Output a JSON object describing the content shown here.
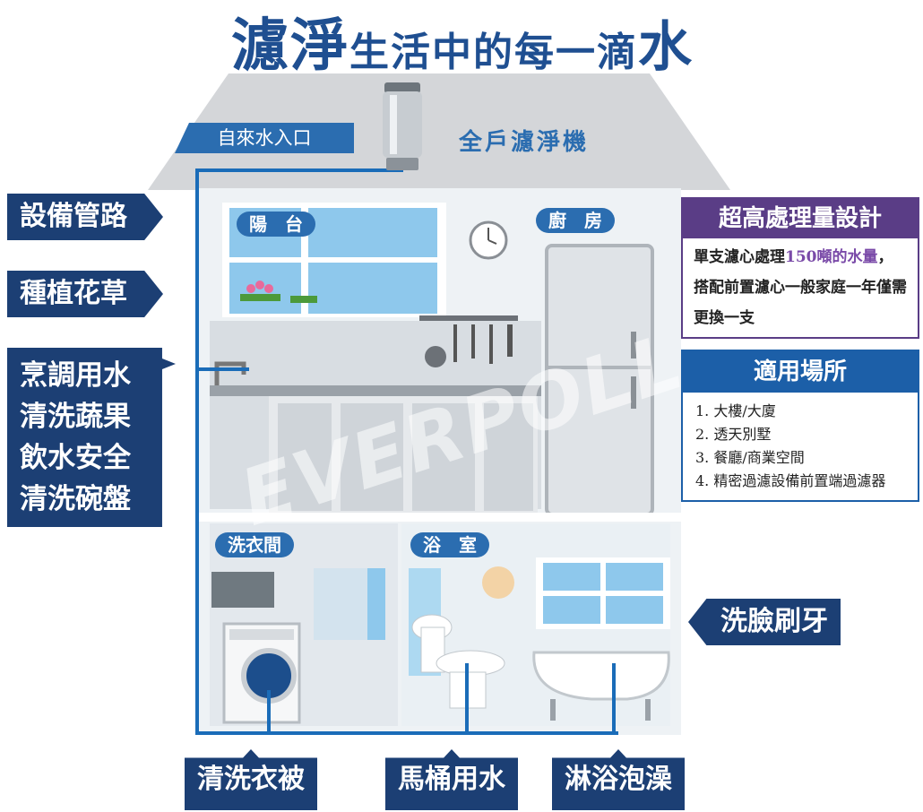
{
  "title": {
    "part1": "濾淨",
    "part2": "生活中的每一滴",
    "part3": "水"
  },
  "inlet_label": "自來水入口",
  "machine_label": "全戶濾淨機",
  "left_tags": {
    "pipes": "設備管路",
    "plants": "種植花草"
  },
  "kitchen_uses": [
    "烹調用水",
    "清洗蔬果",
    "飲水安全",
    "清洗碗盤"
  ],
  "right_tag": "洗臉刷牙",
  "bottom_tags": [
    "清洗衣被",
    "馬桶用水",
    "淋浴泡澡"
  ],
  "rooms": {
    "balcony": "陽　台",
    "kitchen": "廚　房",
    "laundry": "洗衣間",
    "bathroom": "浴　室"
  },
  "watermark": "EVERPOLL",
  "capacity_box": {
    "title": "超高處理量設計",
    "text_before": "單支濾心處理",
    "highlight": "150噸的水量",
    "text_after": "，搭配前置濾心一般家庭一年僅需更換一支"
  },
  "places_box": {
    "title": "適用場所",
    "items": [
      "1. 大樓/大廈",
      "2. 透天別墅",
      "3. 餐廳/商業空間",
      "4. 精密過濾設備前置端過濾器"
    ]
  },
  "colors": {
    "brand_blue": "#1f4f91",
    "tag_navy": "#1c3f74",
    "purple": "#5a3d86",
    "pipe_blue": "#1a6cb8"
  }
}
